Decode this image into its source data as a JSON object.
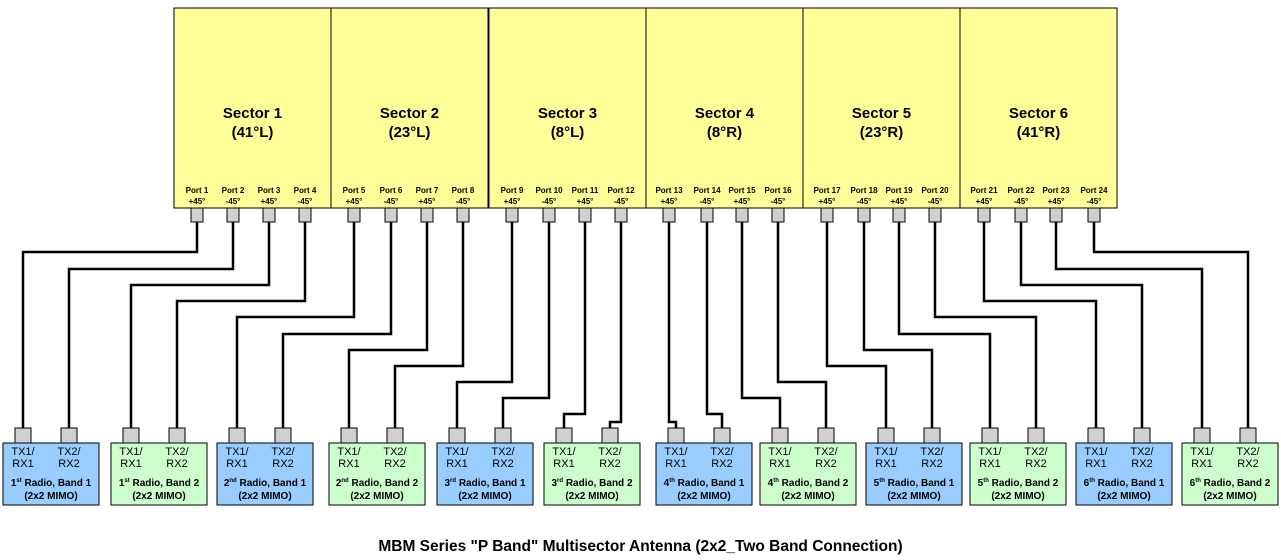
{
  "title": "MBM Series \"P Band\" Multisector Antenna (2x2_Two Band Connection)",
  "colors": {
    "sector_fill": "#ffff99",
    "band1_fill": "#99ccff",
    "band2_fill": "#ccffcc",
    "connector_fill": "#d0d0d0",
    "cable": "#000000"
  },
  "sectors": [
    {
      "label": "Sector 1",
      "angle": "(41°L)"
    },
    {
      "label": "Sector 2",
      "angle": "(23°L)"
    },
    {
      "label": "Sector 3",
      "angle": "(8°L)"
    },
    {
      "label": "Sector 4",
      "angle": "(8°R)"
    },
    {
      "label": "Sector 5",
      "angle": "(23°R)"
    },
    {
      "label": "Sector 6",
      "angle": "(41°R)"
    }
  ],
  "ports": [
    {
      "name": "Port 1",
      "pol": "+45°"
    },
    {
      "name": "Port 2",
      "pol": "-45°"
    },
    {
      "name": "Port 3",
      "pol": "+45°"
    },
    {
      "name": "Port 4",
      "pol": "-45°"
    },
    {
      "name": "Port 5",
      "pol": "+45°"
    },
    {
      "name": "Port 6",
      "pol": "-45°"
    },
    {
      "name": "Port 7",
      "pol": "+45°"
    },
    {
      "name": "Port 8",
      "pol": "-45°"
    },
    {
      "name": "Port 9",
      "pol": "+45°"
    },
    {
      "name": "Port 10",
      "pol": "-45°"
    },
    {
      "name": "Port 11",
      "pol": "+45°"
    },
    {
      "name": "Port 12",
      "pol": "-45°"
    },
    {
      "name": "Port 13",
      "pol": "+45°"
    },
    {
      "name": "Port 14",
      "pol": "-45°"
    },
    {
      "name": "Port 15",
      "pol": "+45°"
    },
    {
      "name": "Port 16",
      "pol": "-45°"
    },
    {
      "name": "Port 17",
      "pol": "+45°"
    },
    {
      "name": "Port 18",
      "pol": "-45°"
    },
    {
      "name": "Port 19",
      "pol": "+45°"
    },
    {
      "name": "Port 20",
      "pol": "-45°"
    },
    {
      "name": "Port 21",
      "pol": "+45°"
    },
    {
      "name": "Port 22",
      "pol": "-45°"
    },
    {
      "name": "Port 23",
      "pol": "+45°"
    },
    {
      "name": "Port 24",
      "pol": "-45°"
    }
  ],
  "radios": [
    {
      "tx1": "TX1/",
      "rx1": "RX1",
      "tx2": "TX2/",
      "rx2": "RX2",
      "ord": "1",
      "sup": "st",
      "rest": " Radio, Band 1",
      "mimo": "(2x2 MIMO)",
      "band": 1
    },
    {
      "tx1": "TX1/",
      "rx1": "RX1",
      "tx2": "TX2/",
      "rx2": "RX2",
      "ord": "1",
      "sup": "st",
      "rest": " Radio, Band 2",
      "mimo": "(2x2 MIMO)",
      "band": 2
    },
    {
      "tx1": "TX1/",
      "rx1": "RX1",
      "tx2": "TX2/",
      "rx2": "RX2",
      "ord": "2",
      "sup": "nd",
      "rest": " Radio, Band 1",
      "mimo": "(2x2 MIMO)",
      "band": 1
    },
    {
      "tx1": "TX1/",
      "rx1": "RX1",
      "tx2": "TX2/",
      "rx2": "RX2",
      "ord": "2",
      "sup": "nd",
      "rest": " Radio, Band 2",
      "mimo": "(2x2 MIMO)",
      "band": 2
    },
    {
      "tx1": "TX1/",
      "rx1": "RX1",
      "tx2": "TX2/",
      "rx2": "RX2",
      "ord": "3",
      "sup": "rd",
      "rest": " Radio, Band 1",
      "mimo": "(2x2 MIMO)",
      "band": 1
    },
    {
      "tx1": "TX1/",
      "rx1": "RX1",
      "tx2": "TX2/",
      "rx2": "RX2",
      "ord": "3",
      "sup": "rd",
      "rest": " Radio, Band 2",
      "mimo": "(2x2 MIMO)",
      "band": 2
    },
    {
      "tx1": "TX1/",
      "rx1": "RX1",
      "tx2": "TX2/",
      "rx2": "RX2",
      "ord": "4",
      "sup": "th",
      "rest": " Radio, Band 1",
      "mimo": "(2x2 MIMO)",
      "band": 1
    },
    {
      "tx1": "TX1/",
      "rx1": "RX1",
      "tx2": "TX2/",
      "rx2": "RX2",
      "ord": "4",
      "sup": "th",
      "rest": " Radio, Band 2",
      "mimo": "(2x2 MIMO)",
      "band": 2
    },
    {
      "tx1": "TX1/",
      "rx1": "RX1",
      "tx2": "TX2/",
      "rx2": "RX2",
      "ord": "5",
      "sup": "th",
      "rest": " Radio, Band 1",
      "mimo": "(2x2 MIMO)",
      "band": 1
    },
    {
      "tx1": "TX1/",
      "rx1": "RX1",
      "tx2": "TX2/",
      "rx2": "RX2",
      "ord": "5",
      "sup": "th",
      "rest": " Radio, Band 2",
      "mimo": "(2x2 MIMO)",
      "band": 2
    },
    {
      "tx1": "TX1/",
      "rx1": "RX1",
      "tx2": "TX2/",
      "rx2": "RX2",
      "ord": "6",
      "sup": "th",
      "rest": " Radio, Band 1",
      "mimo": "(2x2 MIMO)",
      "band": 1
    },
    {
      "tx1": "TX1/",
      "rx1": "RX1",
      "tx2": "TX2/",
      "rx2": "RX2",
      "ord": "6",
      "sup": "th",
      "rest": " Radio, Band 2",
      "mimo": "(2x2 MIMO)",
      "band": 2
    }
  ]
}
